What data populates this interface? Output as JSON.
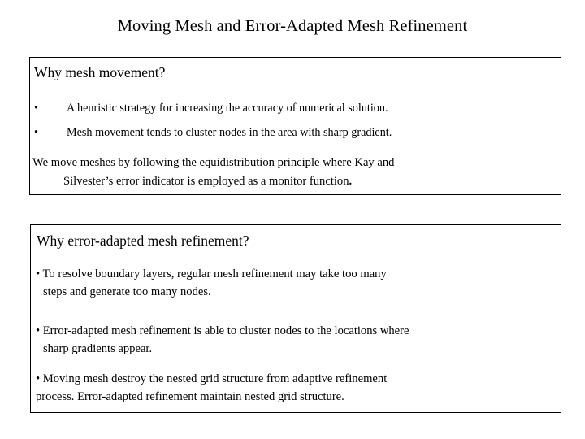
{
  "slide": {
    "title": "Moving Mesh and Error-Adapted Mesh Refinement",
    "bullet_glyph": "•",
    "colors": {
      "background": "#ffffff",
      "text": "#000000",
      "border": "#000000"
    }
  },
  "box_one": {
    "heading": "Why mesh movement?",
    "bullets": [
      "A heuristic strategy for increasing the accuracy of numerical solution.",
      "Mesh movement  tends to cluster nodes in the area with sharp gradient."
    ],
    "paragraph": {
      "line1": "We move meshes by following the equidistribution principle where Kay and",
      "line2": "Silvester’s error indicator is employed as a monitor function",
      "line2_end": "."
    }
  },
  "box_two": {
    "heading": "Why error-adapted mesh refinement?",
    "items": [
      {
        "line1": "• To resolve boundary layers, regular mesh refinement may take too many",
        "line2": "steps and generate too many nodes."
      },
      {
        "line1": "• Error-adapted mesh refinement is able to cluster nodes to the locations where",
        "line2": "sharp gradients appear."
      },
      {
        "line1": "• Moving mesh destroy the nested grid structure from adaptive refinement",
        "line2": "process. Error-adapted refinement maintain nested grid structure."
      }
    ]
  }
}
